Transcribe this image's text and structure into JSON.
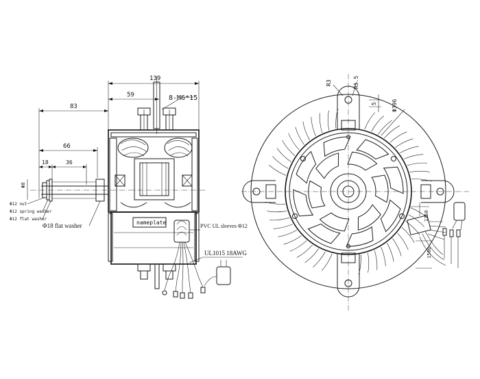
{
  "side_view": {
    "dim_overall_width": "139",
    "dim_shaft_offset": "59",
    "dim_to_flange": "83",
    "dim_shaft_length": "66",
    "dim_shaft_step_a": "18",
    "dim_shaft_step_b": "36",
    "dim_shaft_dia": "Φ8",
    "bolt_callout": "8-M6*15",
    "nut_label": "Φ12 nut",
    "spring_washer_label": "Φ12 spring washer",
    "flat_washer_small_label": "Φ12 flat washer",
    "flat_washer_large_label": "Φ18 flat washer",
    "nameplate_label": "nameplate",
    "sleeve_label": "PVC UL sleeves Φ12",
    "wire_label": "UL1015 18AWG"
  },
  "front_view": {
    "dim_slot_radius": "R3",
    "dim_slot_radius_b": "R5.5",
    "dim_slot_depth": "5",
    "dim_diameter": "Φ396",
    "dim_lead_length_a": "1350",
    "dim_lead_length_b": "1500"
  }
}
